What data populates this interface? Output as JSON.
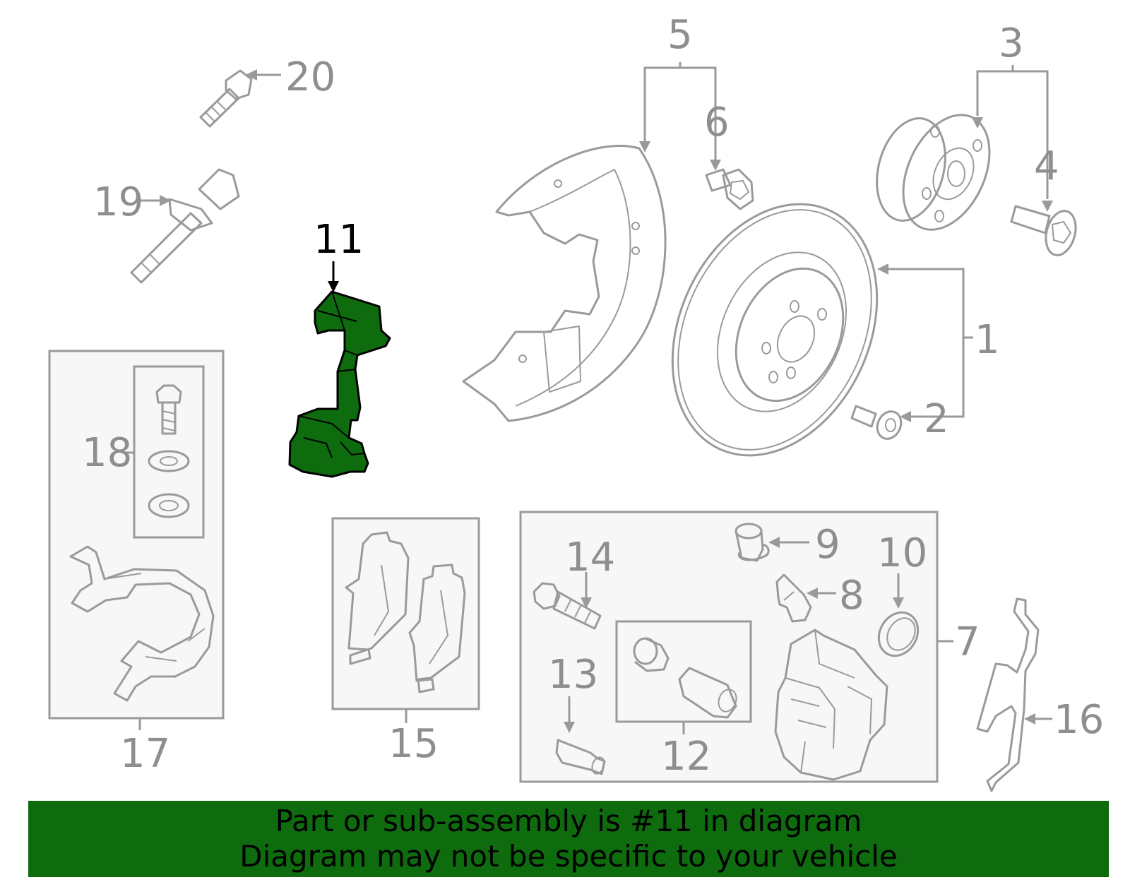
{
  "diagram": {
    "highlight_color": "#0e6b0e",
    "highlighted_part": "11",
    "callouts": [
      "1",
      "2",
      "3",
      "4",
      "5",
      "6",
      "7",
      "8",
      "9",
      "10",
      "11",
      "12",
      "13",
      "14",
      "15",
      "16",
      "17",
      "18",
      "19",
      "20"
    ]
  },
  "banner": {
    "line1": "Part or sub-assembly is #11 in diagram",
    "line2": "Diagram may not be specific to your vehicle",
    "background": "#0e6b0e"
  }
}
